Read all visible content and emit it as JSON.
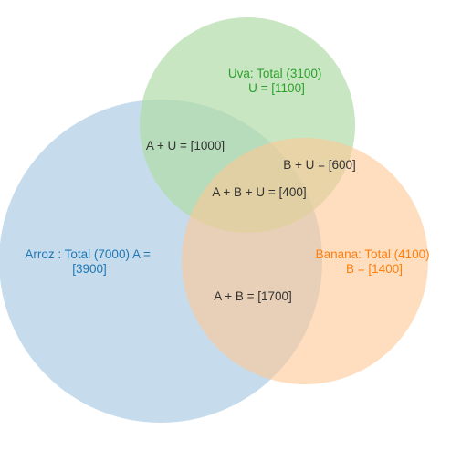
{
  "sets": [
    {
      "id": "arroz",
      "line1": "Arroz : Total (7000) A =",
      "line2": "[3900]",
      "color": "#1f77b4",
      "fill": "#aecde4",
      "fill_opacity": 0.7
    },
    {
      "id": "uva",
      "line1": "Uva: Total (3100)",
      "line2": "U = [1100]",
      "color": "#2ca02c",
      "fill": "#b0dba7",
      "fill_opacity": 0.7
    },
    {
      "id": "banana",
      "line1": "Banana: Total (4100)",
      "line2": "B = [1400]",
      "color": "#ff7f0e",
      "fill": "#ffc896",
      "fill_opacity": 0.6
    }
  ],
  "intersections": {
    "a_u": "A + U = [1000]",
    "b_u": "B + U = [600]",
    "a_b_u": "A + B + U = [400]",
    "a_b": "A + B = [1700]"
  }
}
